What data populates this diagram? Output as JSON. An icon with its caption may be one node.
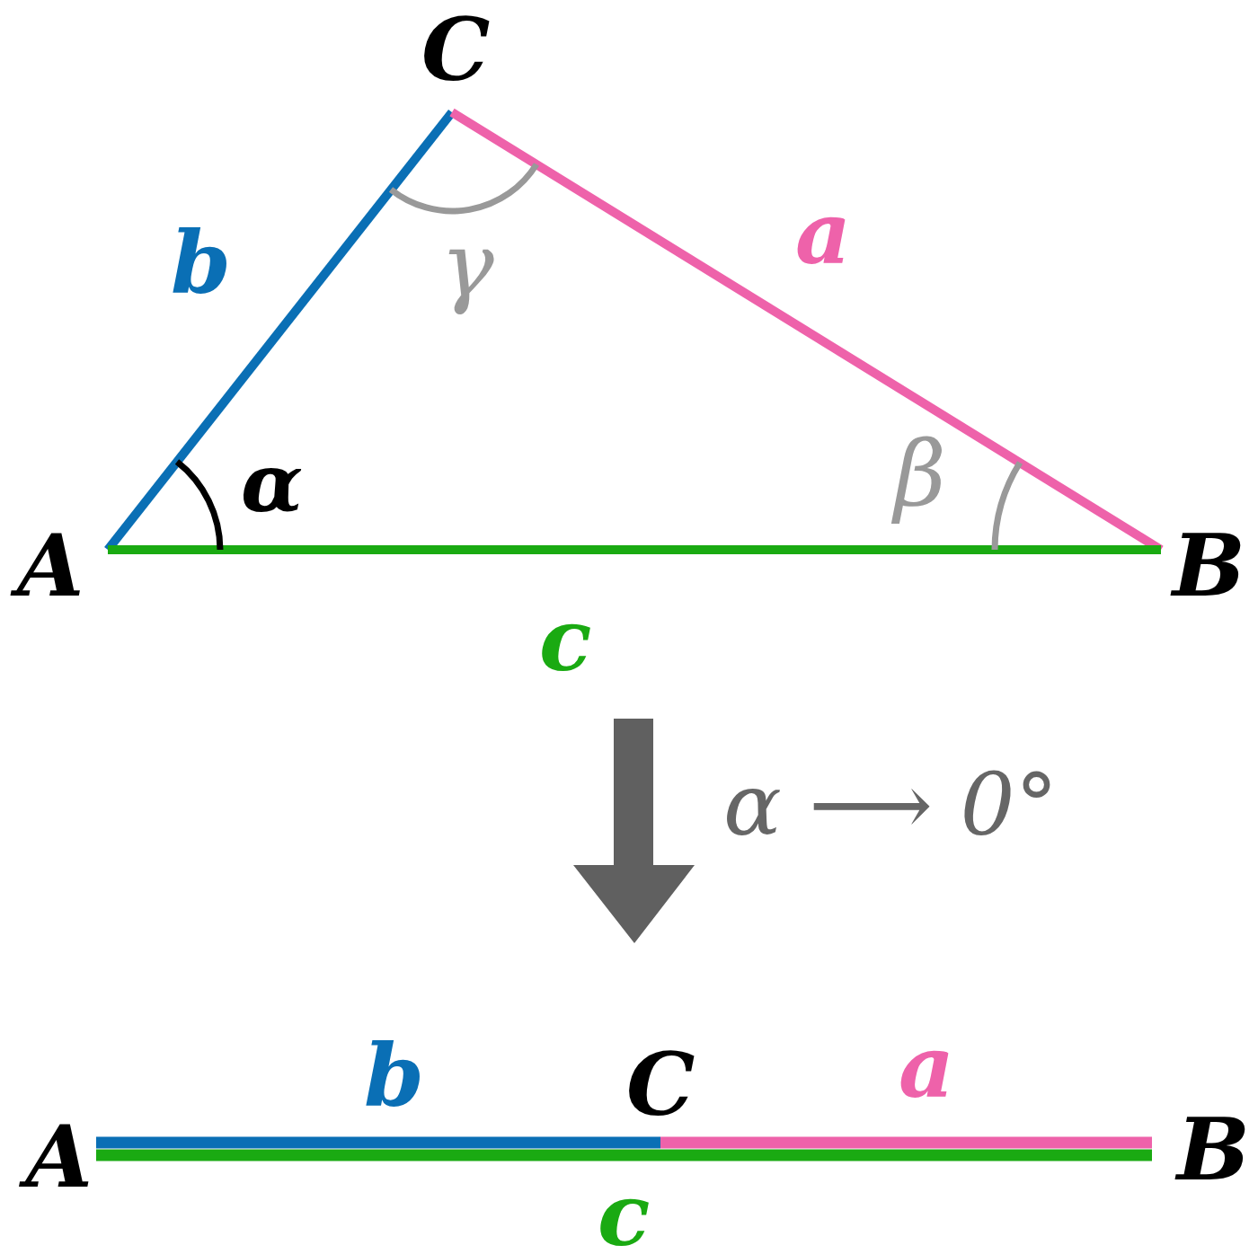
{
  "diagram": {
    "nodes": [
      {
        "text": [
          "A"
        ]
      },
      {
        "text": [
          "B"
        ]
      },
      {
        "text": [
          "C"
        ]
      },
      {
        "text": [
          "A"
        ]
      },
      {
        "text": [
          "C"
        ]
      },
      {
        "text": [
          "B"
        ]
      }
    ],
    "edges": [
      {
        "from": 0,
        "to": 2,
        "arrow": "none",
        "label": "b",
        "color": "#0a6fb5"
      },
      {
        "from": 2,
        "to": 1,
        "arrow": "none",
        "label": "a",
        "color": "#ee62aa"
      },
      {
        "from": 0,
        "to": 1,
        "arrow": "none",
        "label": "c",
        "color": "#1aaa12"
      },
      {
        "from": 3,
        "to": 4,
        "arrow": "none",
        "label": "b",
        "color": "#0a6fb5"
      },
      {
        "from": 4,
        "to": 5,
        "arrow": "none",
        "label": "a",
        "color": "#ee62aa"
      },
      {
        "from": 3,
        "to": 5,
        "arrow": "none",
        "label": "c",
        "color": "#1aaa12"
      }
    ],
    "labels": [
      "γ",
      "α",
      "β",
      "α ⟶ 0°"
    ]
  }
}
